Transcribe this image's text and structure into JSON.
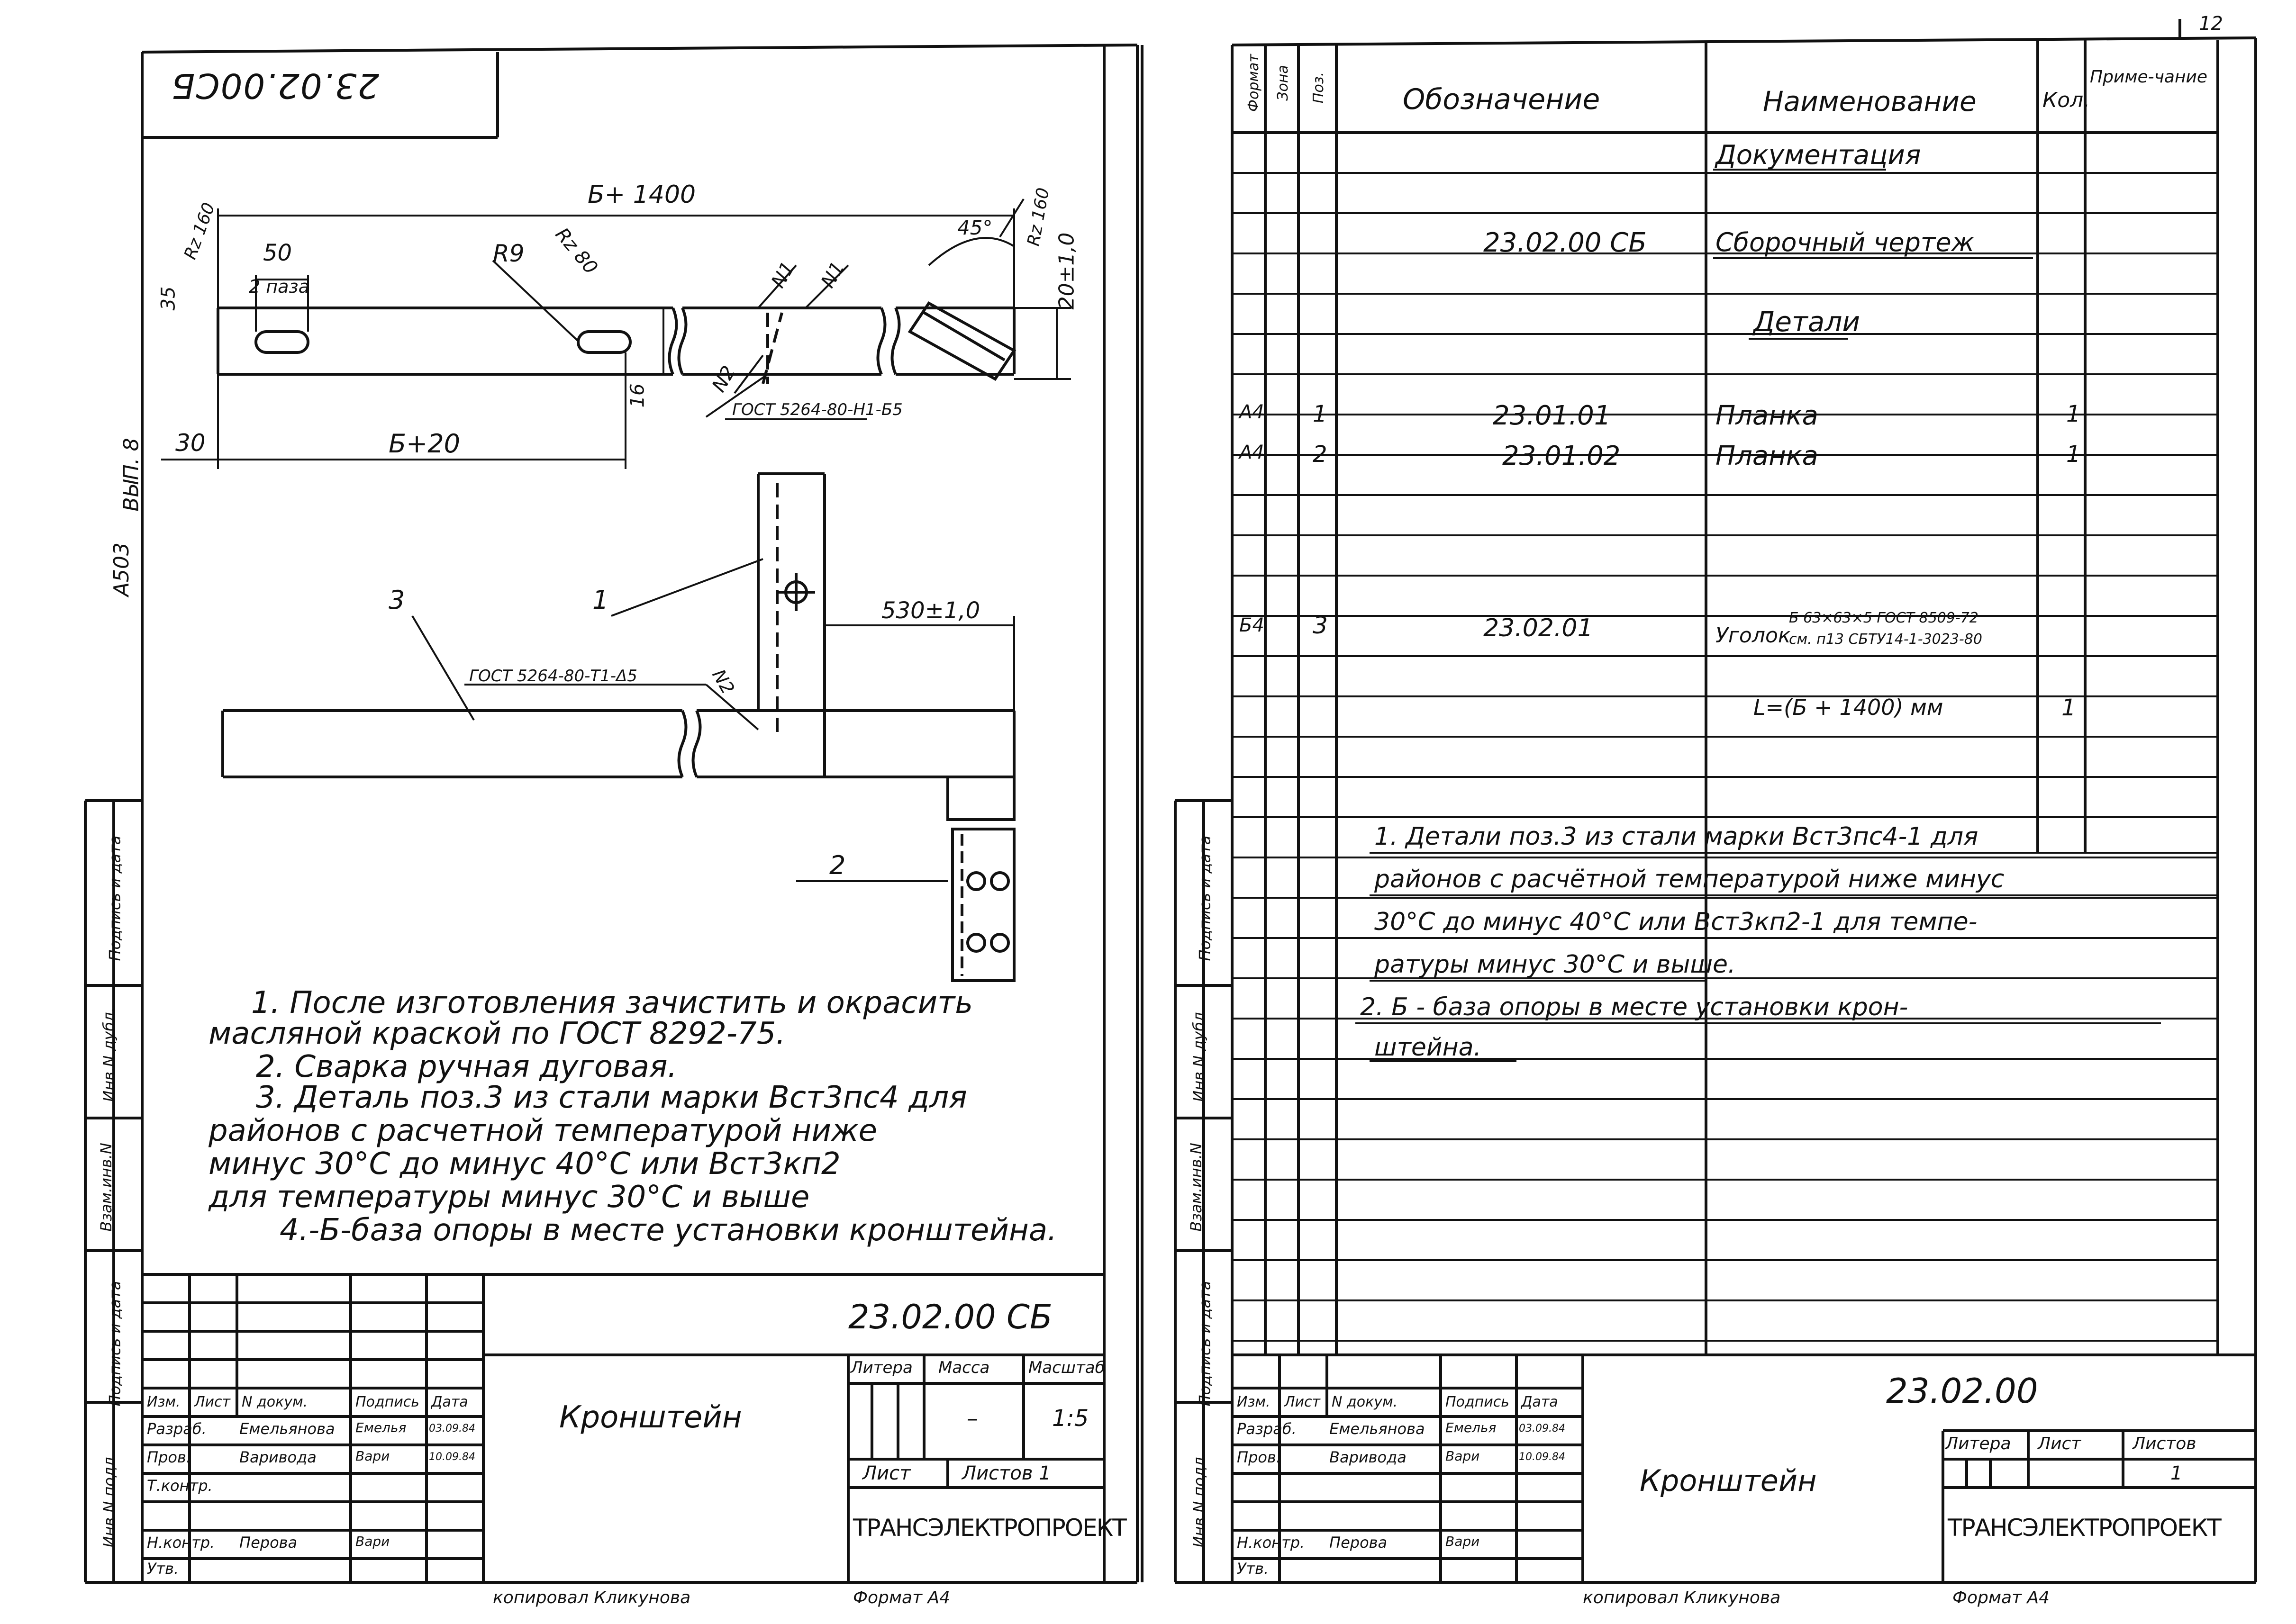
{
  "left": {
    "corner_code": "23.02.00СБ",
    "dims": {
      "overall": "Б+ 1400",
      "slot_w": "50",
      "slot_count": "2 паза",
      "rz_left": "Rz 160",
      "h35": "35",
      "r9": "R9",
      "rz80": "Rz 80",
      "n1a": "N1",
      "n1b": "N1",
      "n2": "N2",
      "angle": "45°",
      "rz_right": "Rz 160",
      "gap": "20±1,0",
      "h16": "16",
      "weld1": "ГОСТ 5264-80-Н1-Б5",
      "d30": "30",
      "b20": "Б+20",
      "pos1": "1",
      "pos2": "2",
      "pos3": "3",
      "d530": "530±1,0",
      "weld2": "ГОСТ 5264-80-Т1-Δ5",
      "n2b": "N2"
    },
    "notes": [
      "1. После изготовления зачистить и окрасить",
      "масляной краской по ГОСТ 8292-75.",
      "2. Сварка ручная дуговая.",
      "3. Деталь поз.3 из стали марки Вст3пс4 для",
      "районов с расчетной температурой ниже",
      "минус 30°С до минус 40°С или Вст3кп2",
      "для температуры минус 30°С и выше",
      "4.-Б-база опоры в месте установки кронштейна."
    ],
    "side_labels": [
      "Инв.N подл.",
      "Подпись и дата",
      "Взам.инв.N",
      "Инв.N дубл.",
      "Подпись и дата"
    ],
    "side_note": "ВЫП. 8",
    "side_note2": "А503",
    "title_block": {
      "code": "23.02.00 СБ",
      "name": "Кронштейн",
      "litera": "Литера",
      "massa": "Масса",
      "masshtab": "Масштаб",
      "massa_val": "–",
      "scale_val": "1:5",
      "list": "Лист",
      "listov": "Листов 1",
      "org": "ТРАНСЭЛЕКТРОПРОЕКТ",
      "copied": "копировал Кликунова",
      "format": "Формат А4",
      "headers": [
        "Изм.",
        "Лист",
        "N докум.",
        "Подпись",
        "Дата"
      ],
      "rows": [
        {
          "role": "Разраб.",
          "name": "Емельянова",
          "sign": "Емелья",
          "date": "03.09.84"
        },
        {
          "role": "Пров.",
          "name": "Варивода",
          "sign": "Вари",
          "date": "10.09.84"
        },
        {
          "role": "Т.контр.",
          "name": "",
          "sign": "",
          "date": ""
        },
        {
          "role": "Н.контр.",
          "name": "Перова",
          "sign": "Вари",
          "date": ""
        },
        {
          "role": "Утв.",
          "name": "",
          "sign": "",
          "date": ""
        }
      ]
    }
  },
  "right": {
    "page_num": "12",
    "headers": {
      "format": "Формат",
      "zone": "Зона",
      "pos": "Поз.",
      "designation": "Обозначение",
      "name": "Наименование",
      "qty": "Кол.",
      "note": "Приме-чание"
    },
    "rows": [
      {
        "fmt": "",
        "pos": "",
        "des": "",
        "name": "Документация",
        "qty": ""
      },
      {
        "fmt": "",
        "pos": "",
        "des": "23.02.00 СБ",
        "name": "Сборочный чертеж",
        "qty": ""
      },
      {
        "fmt": "",
        "pos": "",
        "des": "",
        "name": "Детали",
        "qty": ""
      },
      {
        "fmt": "А4",
        "pos": "1",
        "des": "23.01.01",
        "name": "Планка",
        "qty": "1"
      },
      {
        "fmt": "А4",
        "pos": "2",
        "des": "23.01.02",
        "name": "Планка",
        "qty": "1"
      },
      {
        "fmt": "Б4",
        "pos": "3",
        "des": "23.02.01",
        "name": "Уголок",
        "qty": ""
      }
    ],
    "angle_spec1": "Б 63×63×5 ГОСТ 8509-72",
    "angle_spec2": "см. п13 СБТУ14-1-3023-80",
    "length": "L=(Б + 1400) мм",
    "length_qty": "1",
    "notes": [
      "1. Детали поз.3 из стали марки Вст3пс4-1 для",
      "районов с расчётной температурой ниже минус",
      "30°С до минус 40°С или Вст3кп2-1 для темпе-",
      "ратуры минус 30°С и выше.",
      "2. Б - база опоры в месте установки крон-",
      "штейна."
    ],
    "side_labels": [
      "Инв.N подл.",
      "Подпись и дата",
      "Взам.инв.N",
      "Инв.N дубл.",
      "Подпись и дата"
    ],
    "title_block": {
      "code": "23.02.00",
      "name": "Кронштейн",
      "litera": "Литера",
      "list": "Лист",
      "listov": "Листов",
      "listov_val": "1",
      "org": "ТРАНСЭЛЕКТРОПРОЕКТ",
      "copied": "копировал Кликунова",
      "format": "Формат А4",
      "headers": [
        "Изм.",
        "Лист",
        "N докум.",
        "Подпись",
        "Дата"
      ],
      "rows": [
        {
          "role": "Разраб.",
          "name": "Емельянова",
          "sign": "Емелья",
          "date": "03.09.84"
        },
        {
          "role": "Пров.",
          "name": "Варивода",
          "sign": "Вари",
          "date": "10.09.84"
        },
        {
          "role": "",
          "name": "",
          "sign": "",
          "date": ""
        },
        {
          "role": "Н.контр.",
          "name": "Перова",
          "sign": "Вари",
          "date": ""
        },
        {
          "role": "Утв.",
          "name": "",
          "sign": "",
          "date": ""
        }
      ]
    }
  }
}
